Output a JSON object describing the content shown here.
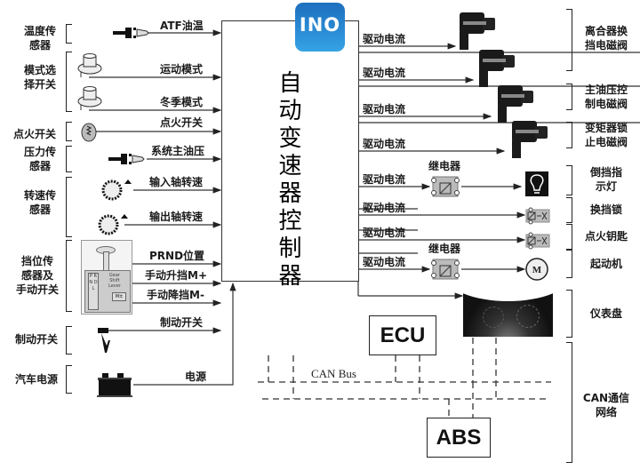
{
  "logo": {
    "text": "INO",
    "accent": "#2a8ad4"
  },
  "controller": {
    "title": [
      "自",
      "动",
      "变",
      "速",
      "器",
      "控",
      "制",
      "器"
    ]
  },
  "inputs": {
    "groups": [
      {
        "label": "温度传\n感器"
      },
      {
        "label": "模式选\n择开关"
      },
      {
        "label": "点火开关"
      },
      {
        "label": "压力传\n感器"
      },
      {
        "label": "转速传\n感器"
      },
      {
        "label": "挡位传\n感器及\n手动开关"
      },
      {
        "label": "制动开关"
      },
      {
        "label": "汽车电源"
      }
    ],
    "signals": [
      {
        "label": "ATF油温",
        "icon": "temperature-sensor-icon"
      },
      {
        "label": "运动模式",
        "icon": "mode-switch-icon"
      },
      {
        "label": "冬季模式",
        "icon": "mode-switch-icon"
      },
      {
        "label": "点火开关",
        "icon": "ignition-switch-icon"
      },
      {
        "label": "系统主油压",
        "icon": "pressure-sensor-icon"
      },
      {
        "label": "输入轴转速",
        "icon": "speed-sensor-icon"
      },
      {
        "label": "输出轴转速",
        "icon": "speed-sensor-icon"
      },
      {
        "label": "PRND位置",
        "icon": "gear-shift-lever-icon"
      },
      {
        "label": "手动升挡M+",
        "icon": "gear-shift-lever-icon"
      },
      {
        "label": "手动降挡M-",
        "icon": "gear-shift-lever-icon"
      },
      {
        "label": "制动开关",
        "icon": "brake-pedal-icon"
      },
      {
        "label": "电源",
        "icon": "battery-icon"
      }
    ],
    "lever_text": {
      "positions": "P R N D L",
      "caption": "Gear\nShift\nLever",
      "manual": "M±"
    }
  },
  "outputs": {
    "signals": [
      {
        "label": "驱动电流"
      },
      {
        "label": "驱动电流"
      },
      {
        "label": "驱动电流"
      },
      {
        "label": "驱动电流"
      },
      {
        "label": "驱动电流",
        "relay": "继电器"
      },
      {
        "label": "驱动电流"
      },
      {
        "label": "驱动电流"
      },
      {
        "label": "驱动电流",
        "relay": "继电器"
      }
    ],
    "groups": [
      {
        "label": "离合器换\n挡电磁阀"
      },
      {
        "label": "主油压控\n制电磁阀"
      },
      {
        "label": "变矩器锁\n止电磁阀"
      },
      {
        "label": "倒挡指\n示灯"
      },
      {
        "label": "换挡锁"
      },
      {
        "label": "点火钥匙"
      },
      {
        "label": "起动机"
      },
      {
        "label": "仪表盘"
      },
      {
        "label": "CAN通信\n网络"
      }
    ],
    "motor_symbol": "M"
  },
  "network": {
    "bus_label": "CAN Bus",
    "ecu": "ECU",
    "abs": "ABS"
  }
}
